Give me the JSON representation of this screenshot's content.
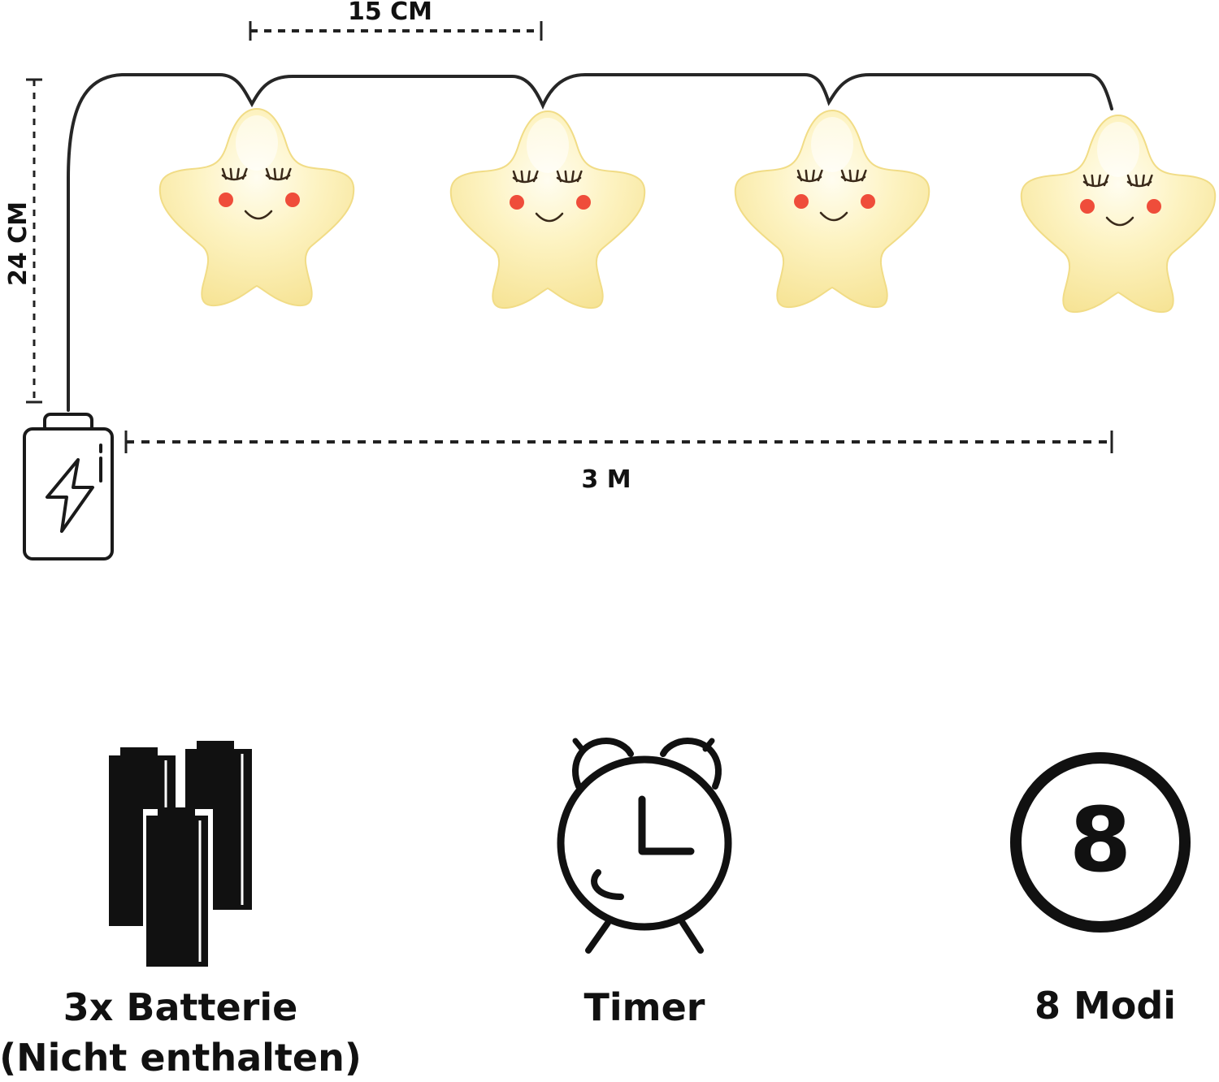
{
  "dimensions": {
    "spacing_label": "15 CM",
    "height_label": "24 CM",
    "length_label": "3 M"
  },
  "string_lights": {
    "star_count": 4,
    "star_color": "#FBEBA2",
    "star_glow_color": "#FFFDF0",
    "cheek_color": "#EF4D3A",
    "cable_color": "#262626"
  },
  "battery_box": {
    "icon": "battery-bolt-icon"
  },
  "features": [
    {
      "icon": "batteries-icon",
      "label_line1": "3x Batterie",
      "label_line2": "(Nicht enthalten)"
    },
    {
      "icon": "alarm-clock-icon",
      "label_line1": "Timer"
    },
    {
      "icon": "mode-count-icon",
      "badge_value": "8",
      "label_line1": "8 Modi"
    }
  ]
}
